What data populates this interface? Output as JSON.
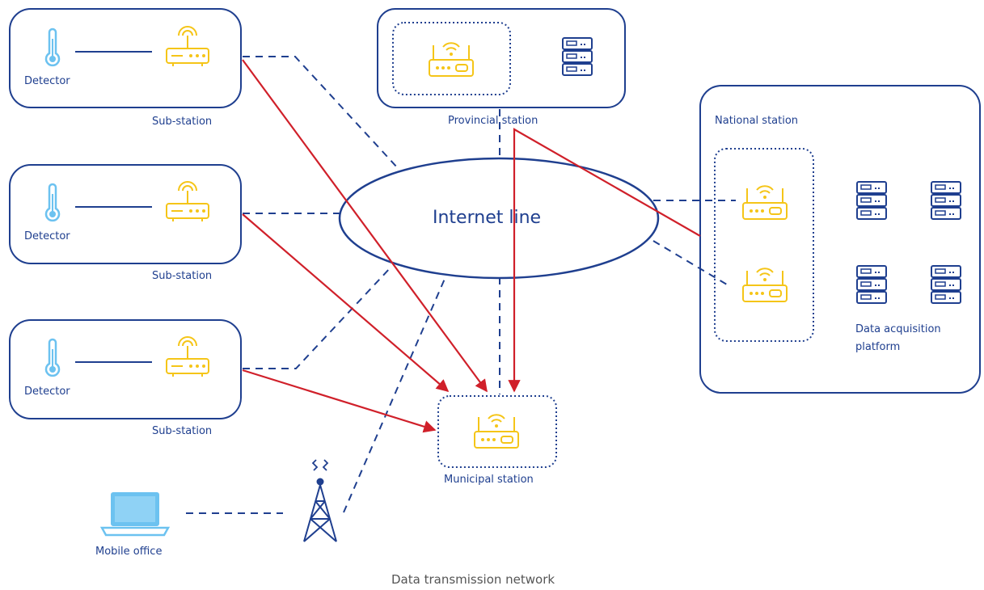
{
  "colors": {
    "blue": "#1f3f8f",
    "light_blue": "#6cc2f0",
    "yellow": "#f5c518",
    "red": "#d0202a",
    "caption": "#555555"
  },
  "icons": [
    "thermometer-icon",
    "router-icon",
    "server-icon",
    "laptop-icon",
    "cell-tower-icon"
  ],
  "substations": [
    {
      "detector_label": "Detector",
      "station_label": "Sub-station"
    },
    {
      "detector_label": "Detector",
      "station_label": "Sub-station"
    },
    {
      "detector_label": "Detector",
      "station_label": "Sub-station"
    }
  ],
  "provincial": {
    "label": "Provincial station"
  },
  "national": {
    "label": "National station",
    "platform_label_line1": "Data acquisition",
    "platform_label_line2": "platform"
  },
  "internet": {
    "label": "Internet line"
  },
  "municipal": {
    "label": "Municipal station"
  },
  "mobile": {
    "label": "Mobile office"
  },
  "caption": "Data transmission network"
}
